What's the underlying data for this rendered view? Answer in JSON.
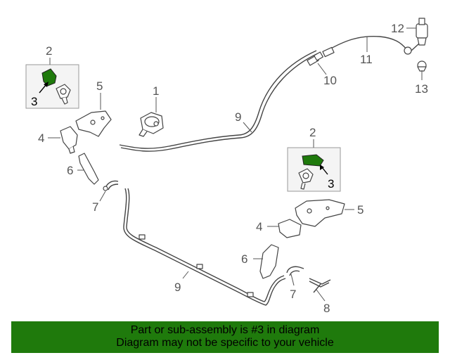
{
  "callouts": {
    "c1": "1",
    "c2_left": "2",
    "c3_left": "3",
    "c4_left": "4",
    "c5_left": "5",
    "c6_left": "6",
    "c7_left": "7",
    "c9_upper": "9",
    "c10": "10",
    "c11": "11",
    "c12": "12",
    "c13": "13",
    "c2_right": "2",
    "c3_right": "3",
    "c4_right": "4",
    "c5_right": "5",
    "c6_right": "6",
    "c7_right": "7",
    "c8": "8",
    "c9_lower": "9"
  },
  "highlight_part": "3",
  "colors": {
    "highlight": "#1f7a0c",
    "banner": "#1f7a0c",
    "line": "#444444",
    "box_border": "#999999",
    "box_fill": "#f4f4f4"
  },
  "banner": {
    "line1": "Part or sub-assembly is #3 in diagram",
    "line2": "Diagram may not be specific to your vehicle"
  }
}
